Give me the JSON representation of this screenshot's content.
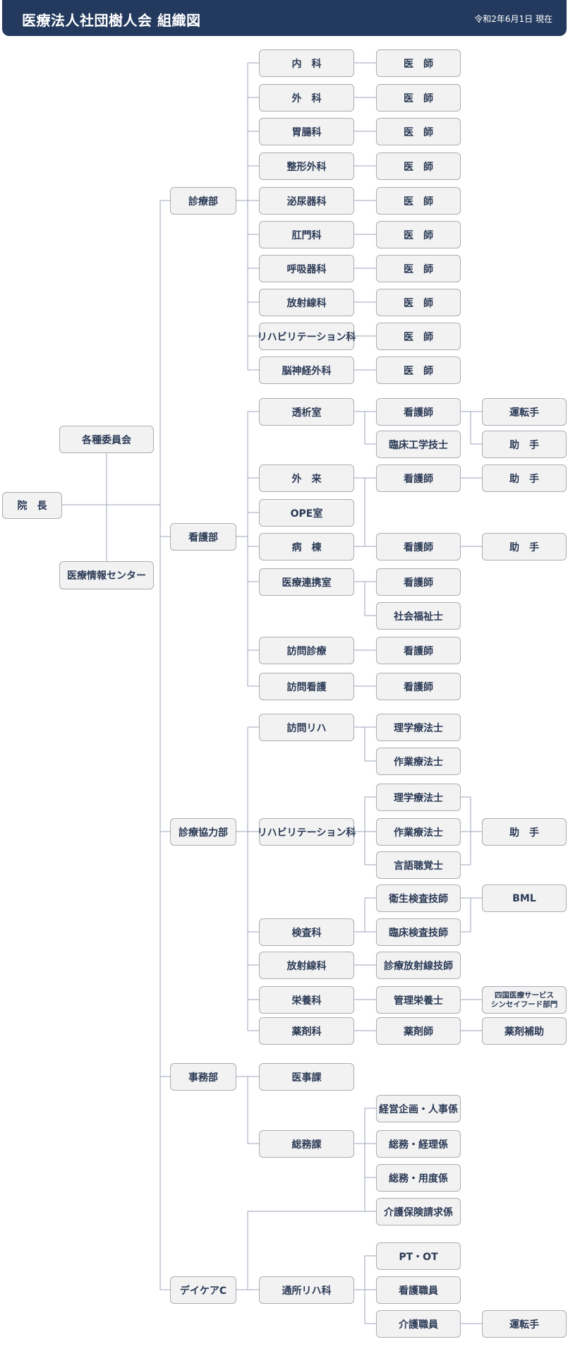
{
  "header": {
    "title": "医療法人社団樹人会 組織図",
    "date": "令和2年6月1日 現在"
  },
  "nodes": {
    "director": "院　長",
    "committees": "各種委員会",
    "med_info_center": "医療情報センター",
    "shinryo": "診療部",
    "naika": "内　科",
    "geka": "外　科",
    "ichou": "胃腸科",
    "seikei": "整形外科",
    "hinyoki": "泌尿器科",
    "koumon": "肛門科",
    "kokyuki": "呼吸器科",
    "hoshasen": "放射線科",
    "rehab": "リハビリテーション科",
    "noushinkei": "脳神経外科",
    "doctor": "医　師",
    "kango": "看護部",
    "toseki": "透析室",
    "gairai": "外　来",
    "ope": "OPE室",
    "byoto": "病　棟",
    "renkei": "医療連携室",
    "houmon_shinryo": "訪問診療",
    "houmon_kango": "訪問看護",
    "nurse": "看護師",
    "rinsho_kougaku": "臨床工学技士",
    "driver": "運転手",
    "assistant": "助　手",
    "social_worker": "社会福祉士",
    "kyoryoku": "診療協力部",
    "houmon_reha": "訪問リハ",
    "reha2": "リハビリテーション科",
    "kensa": "検査科",
    "hoshasen2": "放射線科",
    "eiyou": "栄養科",
    "yakuzai": "薬剤科",
    "pt": "理学療法士",
    "ot": "作業療法士",
    "st": "言語聴覚士",
    "eisei_kensa": "衛生検査技師",
    "rinsho_kensa": "臨床検査技師",
    "bml": "BML",
    "shinryo_hoshasen": "診療放射線技師",
    "kanri_eiyoushi": "管理栄養士",
    "shikoku": "四国医療サービス\nシンセイフード部門",
    "yakuzaishi": "薬剤師",
    "yakuzai_hojo": "薬剤補助",
    "jimu": "事務部",
    "iji": "医事課",
    "soumu": "総務課",
    "keiei": "経営企画・人事係",
    "soumu_keiri": "総務・経理係",
    "soumu_youdo": "総務・用度係",
    "kaigo_seikyu": "介護保険請求係",
    "daycare": "デイケアC",
    "tsusho_reha": "通所リハ科",
    "pt_ot": "PT・OT",
    "kango_shokuin": "看護職員",
    "kaigo_shokuin": "介護職員"
  }
}
